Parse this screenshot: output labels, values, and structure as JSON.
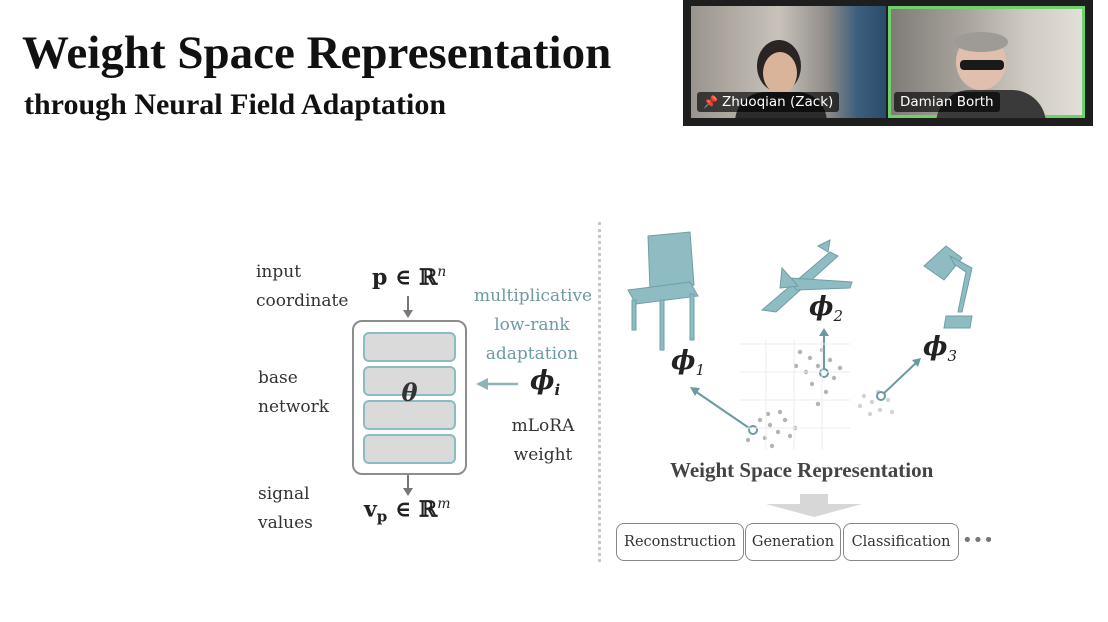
{
  "slide": {
    "title": "Weight Space Representation",
    "subtitle": "through Neural Field Adaptation"
  },
  "video": {
    "participants": [
      {
        "name": "Zhuoqian (Zack)",
        "pinned": true
      },
      {
        "name": "Damian Borth",
        "pinned": false,
        "speaking": true
      }
    ],
    "pin_icon": "📌"
  },
  "diagram": {
    "input_label": "input coordinate",
    "input_label_1": "input",
    "input_label_2": "coordinate",
    "input_math": "p ∈ ℝ",
    "input_sup": "n",
    "base_label_1": "base",
    "base_label_2": "network",
    "theta": "θ",
    "signal_label_1": "signal",
    "signal_label_2": "values",
    "output_math": "v",
    "output_sub": "p",
    "output_math_2": " ∈ ℝ",
    "output_sup": "m",
    "adapt_1": "multiplicative",
    "adapt_2": "low-rank",
    "adapt_3": "adaptation",
    "phi_i": "ϕ",
    "phi_i_sub": "i",
    "mlora_1": "mLoRA",
    "mlora_2": "weight"
  },
  "weight_space": {
    "phi_1": "ϕ",
    "phi_1_sub": "1",
    "phi_2": "ϕ",
    "phi_2_sub": "2",
    "phi_3": "ϕ",
    "phi_3_sub": "3",
    "label": "Weight Space Representation",
    "tasks": [
      "Reconstruction",
      "Generation",
      "Classification"
    ],
    "more": "•••"
  },
  "colors": {
    "teal": "#6f9aa2",
    "object_teal": "#8fbcc2",
    "speaking_border": "#6fd06c"
  }
}
